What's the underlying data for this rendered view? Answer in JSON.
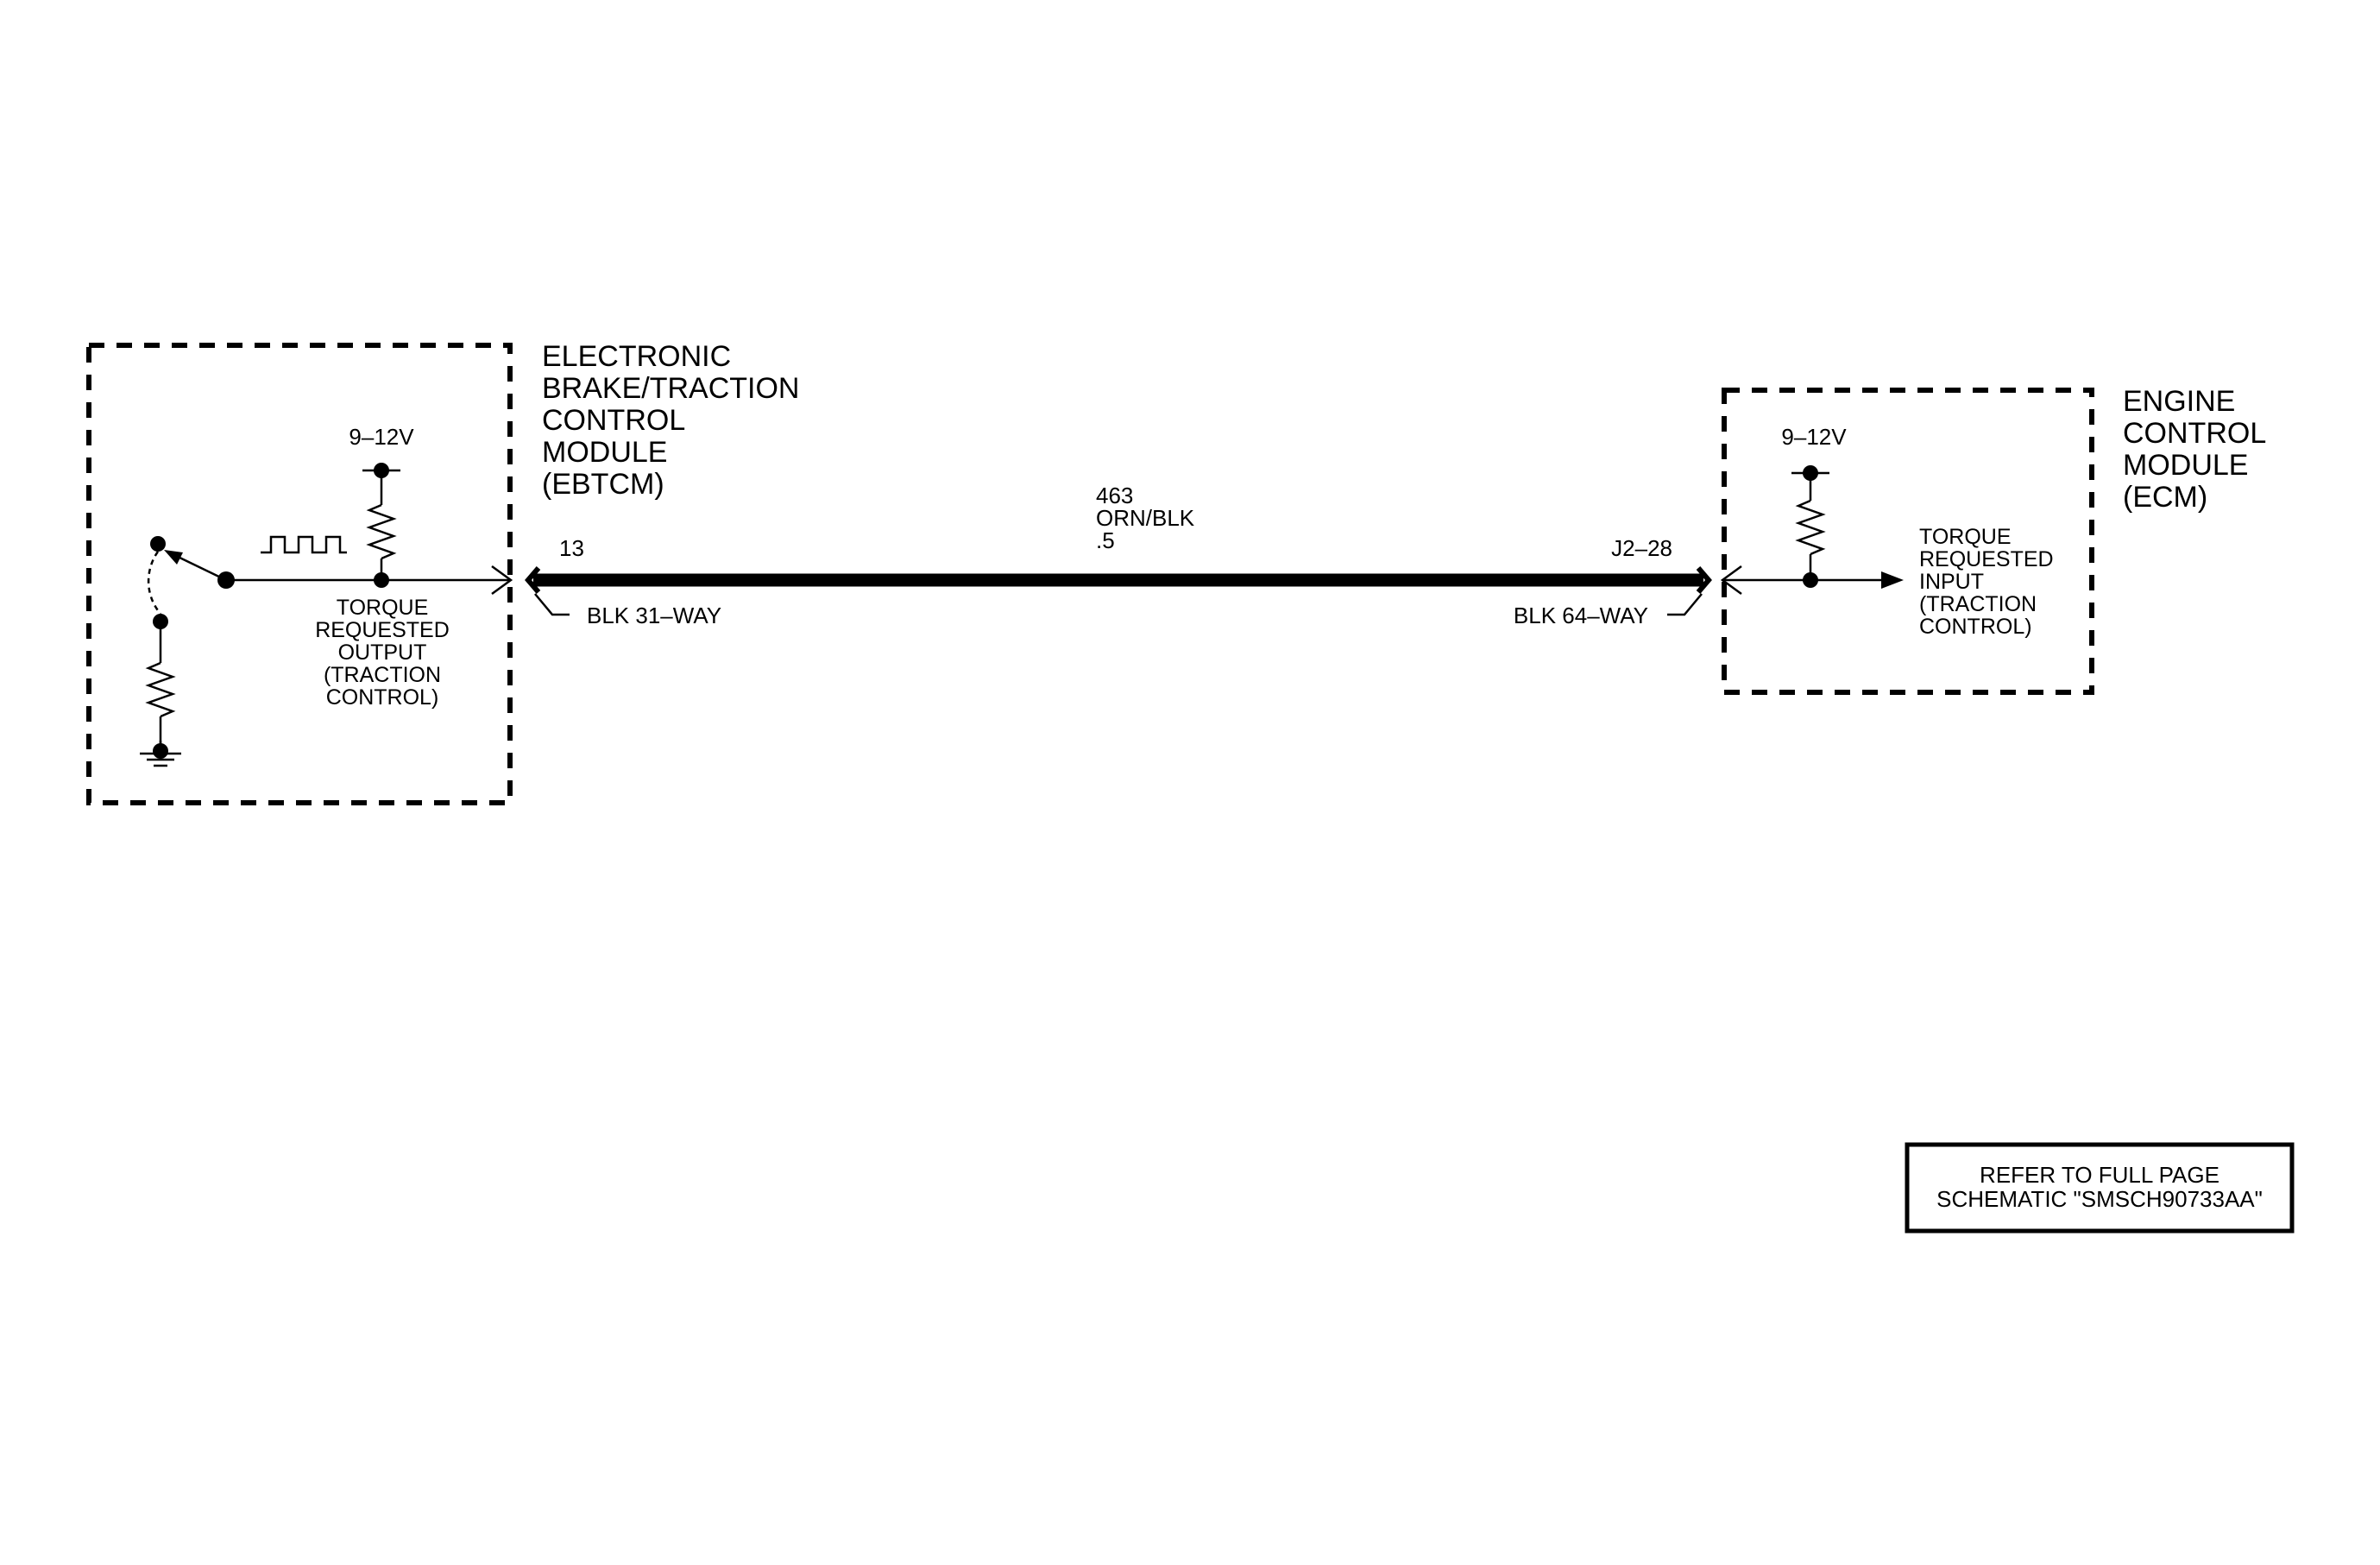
{
  "ebtcm": {
    "title_lines": [
      "ELECTRONIC",
      "BRAKE/TRACTION",
      "CONTROL",
      "MODULE",
      "(EBTCM)"
    ],
    "supply_voltage": "9–12V",
    "signal_label_lines": [
      "TORQUE",
      "REQUESTED",
      "OUTPUT",
      "(TRACTION",
      "CONTROL)"
    ],
    "pin": "13",
    "connector": "BLK 31–WAY"
  },
  "wire": {
    "circuit": "463",
    "color": "ORN/BLK",
    "gauge": ".5"
  },
  "ecm": {
    "title_lines": [
      "ENGINE",
      "CONTROL",
      "MODULE",
      "(ECM)"
    ],
    "supply_voltage": "9–12V",
    "signal_label_lines": [
      "TORQUE",
      "REQUESTED",
      "INPUT",
      "(TRACTION",
      "CONTROL)"
    ],
    "pin": "J2–28",
    "connector": "BLK 64–WAY"
  },
  "note": {
    "lines": [
      "REFER TO FULL PAGE",
      "SCHEMATIC \"SMSCH90733AA\""
    ]
  }
}
